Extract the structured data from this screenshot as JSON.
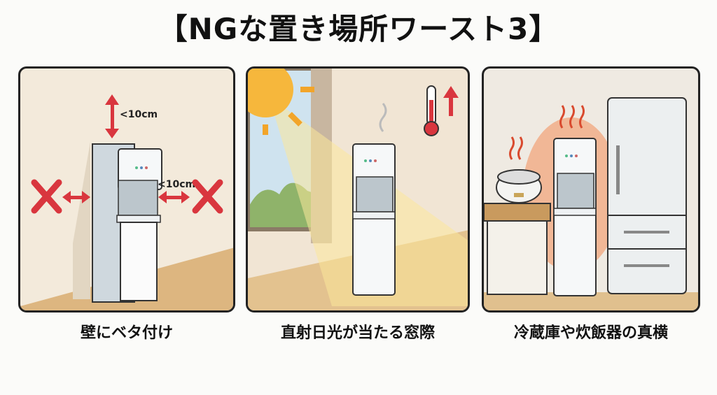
{
  "title": "【NGな置き場所ワースト3】",
  "panels": [
    {
      "caption": "壁にベタ付け",
      "labels": {
        "top_gap": "<10cm",
        "side_gap": "<10cm"
      },
      "icons": [
        "water-server",
        "cross-mark",
        "double-arrow"
      ]
    },
    {
      "caption": "直射日光が当たる窓際",
      "icons": [
        "sun",
        "window",
        "thermometer",
        "up-arrow",
        "steam"
      ]
    },
    {
      "caption": "冷蔵庫や炊飯器の真横",
      "icons": [
        "rice-cooker",
        "water-server",
        "refrigerator",
        "heat-waves"
      ]
    }
  ],
  "colors": {
    "warning_red": "#d9363e",
    "wall": "#f3eadb",
    "floor": "#ddb680",
    "outline": "#222222"
  }
}
